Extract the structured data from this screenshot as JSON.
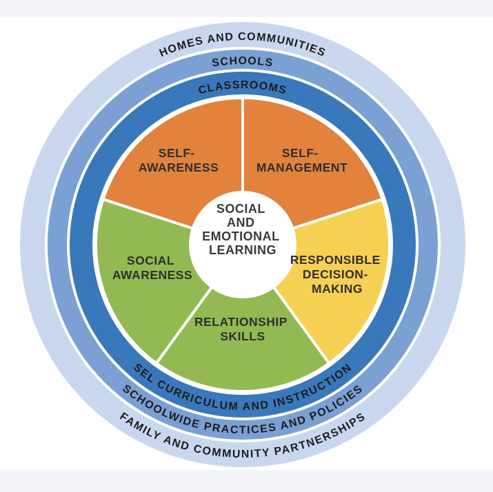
{
  "wheel": {
    "rings": [
      {
        "name": "homes-and-communities",
        "top_label": "HOMES AND COMMUNITIES",
        "bottom_label": "FAMILY AND COMMUNITY PARTNERSHIPS",
        "color": "#c9d7ee"
      },
      {
        "name": "schools",
        "top_label": "SCHOOLS",
        "bottom_label": "SCHOOLWIDE PRACTICES AND POLICIES",
        "color": "#7aa0d4"
      },
      {
        "name": "classrooms",
        "top_label": "CLASSROOMS",
        "bottom_label": "SEL CURRICULUM AND INSTRUCTION",
        "color": "#3a78bc"
      }
    ],
    "segments": [
      {
        "name": "self-awareness",
        "lines": [
          "SELF-",
          "AWARENESS"
        ],
        "color": "#e2823c"
      },
      {
        "name": "self-management",
        "lines": [
          "SELF-",
          "MANAGEMENT"
        ],
        "color": "#e2823c"
      },
      {
        "name": "responsible-decision-making",
        "lines": [
          "RESPONSIBLE",
          "DECISION-",
          "MAKING"
        ],
        "color": "#f6d052"
      },
      {
        "name": "relationship-skills",
        "lines": [
          "RELATIONSHIP",
          "SKILLS"
        ],
        "color": "#93b952"
      },
      {
        "name": "social-awareness",
        "lines": [
          "SOCIAL",
          "AWARENESS"
        ],
        "color": "#93b952"
      }
    ],
    "center": {
      "lines": [
        "SOCIAL",
        "AND",
        "EMOTIONAL",
        "LEARNING"
      ],
      "color": "#ffffff"
    }
  },
  "colors": {
    "background": "#ffffff",
    "edge_strip": "#f4f5f9",
    "ring_text": "#1c1c1c",
    "segment_text": "#2f2f2f",
    "divider": "#ffffff"
  }
}
